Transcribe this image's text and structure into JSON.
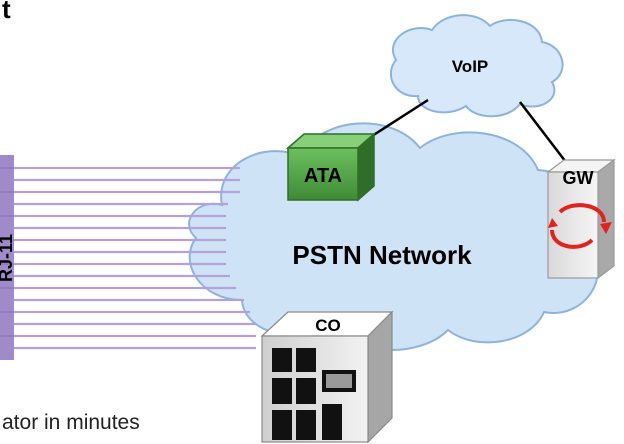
{
  "labels": {
    "voip": "VoIP",
    "ata": "ATA",
    "gw": "GW",
    "pstn": "PSTN Network",
    "co": "CO",
    "rj11": "RJ-11"
  },
  "text_fragments": {
    "top": "t",
    "bottom": "ator in minutes"
  },
  "colors": {
    "cloud_fill": "#cfe3f7",
    "cloud_stroke": "#8eb3da",
    "wire": "#b4a2d6",
    "rj11_fill": "#a08ac9",
    "ata_green": "#55a84a",
    "ata_dark": "#2f6e28",
    "rotation_arrows": "#e3211d"
  },
  "icons": [
    "voip-cloud",
    "pstn-cloud",
    "ata-box",
    "gateway-server",
    "central-office-building",
    "rj11-jack",
    "rotation-arrow-icon"
  ]
}
